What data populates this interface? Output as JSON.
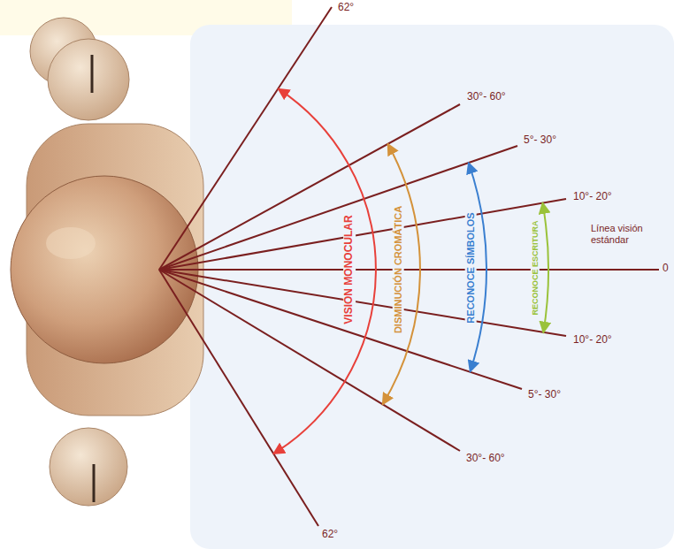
{
  "diagram": {
    "labels": [
      "62°",
      "30°- 60°",
      "5°- 30°",
      "10°- 20°",
      "Línea visión estándar",
      "0",
      "10°- 20°",
      "5°- 30°",
      "30°- 60°",
      "62°",
      "VISIÓN MONOCULAR",
      "DISMINUCIÓN CROMÁTICA",
      "RECONOCE SÍMBOLOS",
      "RECONOCE ESCRITURA"
    ]
  }
}
